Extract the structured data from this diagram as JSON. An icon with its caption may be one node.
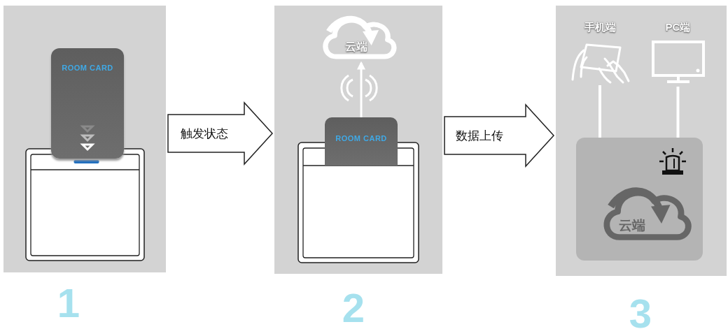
{
  "diagram": {
    "nodes": [
      {
        "text": [],
        "shape": "box",
        "beside": [
          "1"
        ]
      },
      {
        "text": [
          "ROOM CARD"
        ],
        "in": 0
      },
      {
        "text": [],
        "shape": "box",
        "beside": [
          "2"
        ]
      },
      {
        "text": [
          "云端"
        ],
        "in": 2
      },
      {
        "text": [
          "ROOM CARD"
        ],
        "in": 2
      },
      {
        "text": [],
        "shape": "box",
        "beside": [
          "3"
        ]
      },
      {
        "text": [
          "手机端"
        ],
        "in": 5
      },
      {
        "text": [
          "PC端"
        ],
        "in": 5
      },
      {
        "text": [
          "云端"
        ],
        "in": 5
      }
    ],
    "edges": [
      {
        "from": 0,
        "to": 2,
        "arrow": "to",
        "label": "触发状态"
      },
      {
        "from": 4,
        "to": 3,
        "arrow": "to"
      },
      {
        "from": 2,
        "to": 5,
        "arrow": "to",
        "label": "数据上传"
      },
      {
        "from": 6,
        "to": 8,
        "arrow": "none"
      },
      {
        "from": 7,
        "to": 8,
        "arrow": "none"
      }
    ]
  }
}
